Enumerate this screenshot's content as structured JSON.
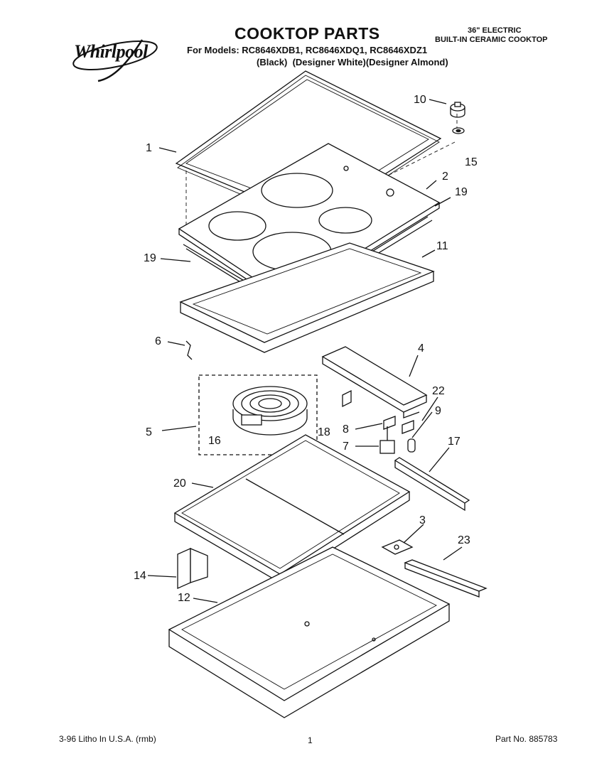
{
  "header": {
    "brand": "Whirlpool",
    "title": "COOKTOP PARTS",
    "models_line": "For Models: RC8646XDB1, RC8646XDQ1, RC8646XDZ1",
    "colors_line": "(Black)  (Designer White)(Designer Almond)",
    "appliance_line1": "36\" ELECTRIC",
    "appliance_line2": "BUILT-IN CERAMIC COOKTOP"
  },
  "callouts": [
    "1",
    "2",
    "3",
    "4",
    "5",
    "6",
    "7",
    "8",
    "9",
    "10",
    "11",
    "12",
    "14",
    "15",
    "16",
    "17",
    "18",
    "19",
    "19",
    "20",
    "22",
    "23"
  ],
  "footer": {
    "litho": "3-96 Litho In U.S.A. (rmb)",
    "page": "1",
    "part_no": "Part No. 885783"
  }
}
